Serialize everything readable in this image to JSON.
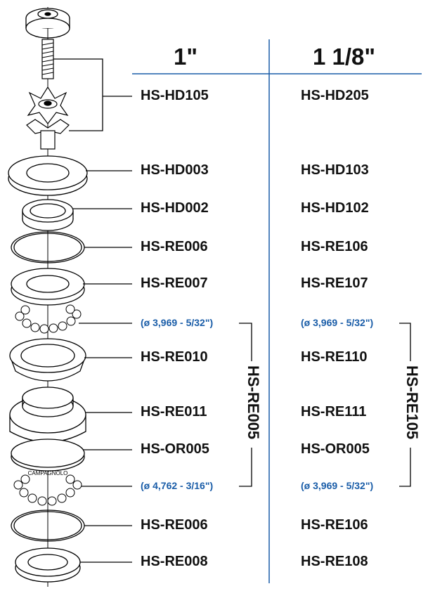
{
  "headers": {
    "col1": "1\"",
    "col2": "1 1/8\""
  },
  "rows": [
    {
      "col1": "HS-HD105",
      "col2": "HS-HD205"
    },
    {
      "col1": "HS-HD003",
      "col2": "HS-HD103"
    },
    {
      "col1": "HS-HD002",
      "col2": "HS-HD102"
    },
    {
      "col1": "HS-RE006",
      "col2": "HS-RE106"
    },
    {
      "col1": "HS-RE007",
      "col2": "HS-RE107"
    },
    {
      "col1": "(ø 3,969 - 5/32\")",
      "col2": "(ø 3,969 - 5/32\")"
    },
    {
      "col1": "HS-RE010",
      "col2": "HS-RE110"
    },
    {
      "col1": "HS-RE011",
      "col2": "HS-RE111"
    },
    {
      "col1": "HS-OR005",
      "col2": "HS-OR005"
    },
    {
      "col1": "(ø 4,762 - 3/16\")",
      "col2": "(ø 3,969 - 5/32\")"
    },
    {
      "col1": "HS-RE006",
      "col2": "HS-RE106"
    },
    {
      "col1": "HS-RE008",
      "col2": "HS-RE108"
    }
  ],
  "groups": {
    "col1": "HS-RE005",
    "col2": "HS-RE105"
  },
  "engraving": "CAMPAGNOLO",
  "colors": {
    "accent": "#1a5da8",
    "text": "#111111",
    "lines": "#000000"
  }
}
